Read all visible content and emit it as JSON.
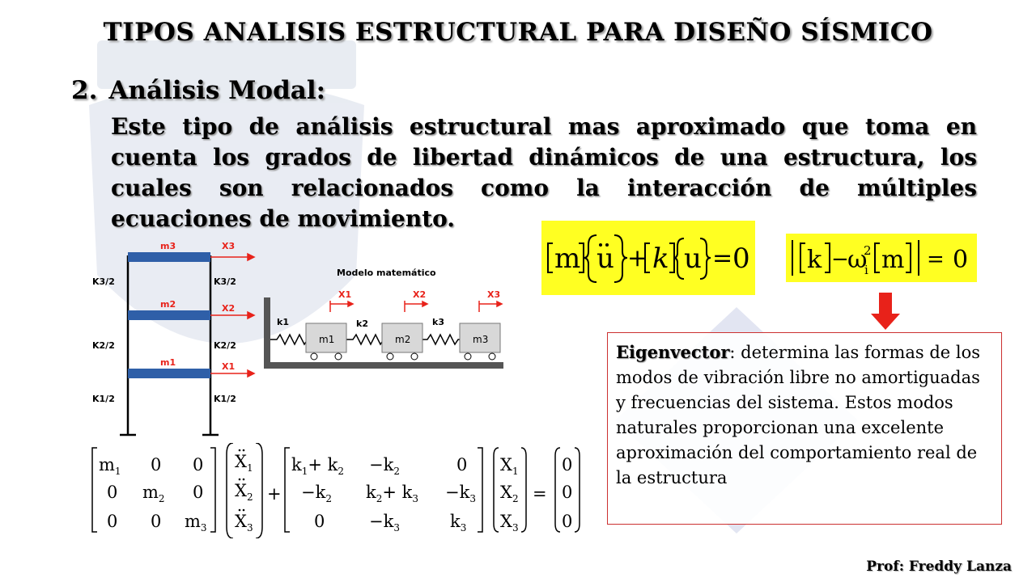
{
  "title": "TIPOS ANALISIS ESTRUCTURAL PARA DISEÑO SÍSMICO",
  "section": {
    "number": "2.",
    "heading": "Análisis Modal:"
  },
  "description": "Este tipo de análisis estructural mas aproximado que toma en cuenta los grados de libertad dinámicos de una estructura, los cuales son relacionados como la interacción de múltiples ecuaciones de movimiento.",
  "frame": {
    "masses": [
      "m3",
      "m2",
      "m1"
    ],
    "displacements": [
      "X3",
      "X2",
      "X1"
    ],
    "springs_left": [
      "K3/2",
      "K2/2",
      "K1/2"
    ],
    "springs_right": [
      "K3/2",
      "K2/2",
      "K1/2"
    ]
  },
  "model": {
    "title": "Modelo matemático",
    "displacements": [
      "X1",
      "X2",
      "X3"
    ],
    "springs": [
      "k1",
      "k2",
      "k3"
    ],
    "masses": [
      "m1",
      "m2",
      "m3"
    ]
  },
  "eigenvector": {
    "term": "Eigenvector",
    "text": ": determina las formas de los modos de vibración libre no amortiguadas y frecuencias del sistema. Estos modos naturales proporcionan una excelente aproximación del comportamiento real de la estructura"
  },
  "author": "Prof: Freddy Lanza",
  "colors": {
    "equation_bg": "#ffff22",
    "red": "#e8221a",
    "beam": "#2f5fa8",
    "box_border": "#cc3030"
  }
}
